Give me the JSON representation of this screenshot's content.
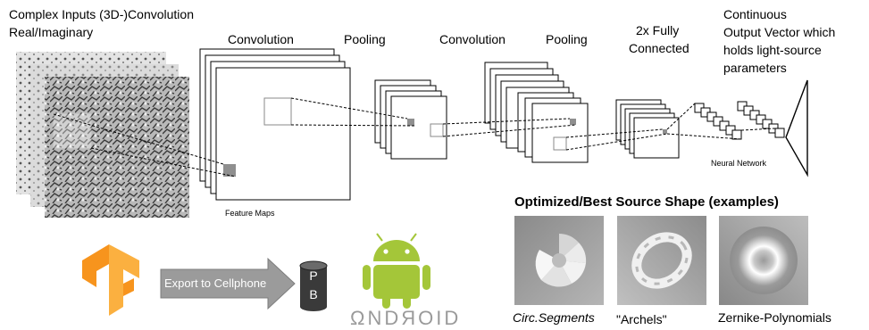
{
  "labels": {
    "inputs_line1": "Complex Inputs (3D-)Convolution",
    "inputs_line2": "Real/Imaginary",
    "convolution1": "Convolution",
    "pooling1": "Pooling",
    "convolution2": "Convolution",
    "pooling2": "Pooling",
    "fc_line1": "2x Fully",
    "fc_line2": "Connected",
    "output_line1": "Continuous",
    "output_line2": "Output Vector which",
    "output_line3": "holds light-source",
    "output_line4": "parameters",
    "feature_maps": "Feature Maps",
    "neural_network": "Neural Network"
  },
  "examples": {
    "title": "Optimized/Best Source Shape (examples)",
    "captions": [
      "Circ.Segments",
      "\"Archels\"",
      "Zernike-Polynomials"
    ]
  },
  "export": {
    "arrow_label": "Export to Cellphone",
    "pb_top": "P",
    "pb_bottom": "B",
    "android_text": "ΩNDЯOID"
  },
  "icons": [
    "tensorflow-logo-icon",
    "database-cylinder-icon",
    "android-robot-icon"
  ],
  "colors": {
    "tensorflow_orange": "#f7941d",
    "tensorflow_yellow": "#fbb040",
    "android_green": "#a4c639",
    "arrow_gray": "#9b9b9b",
    "cylinder_dark": "#3a3a3a"
  }
}
